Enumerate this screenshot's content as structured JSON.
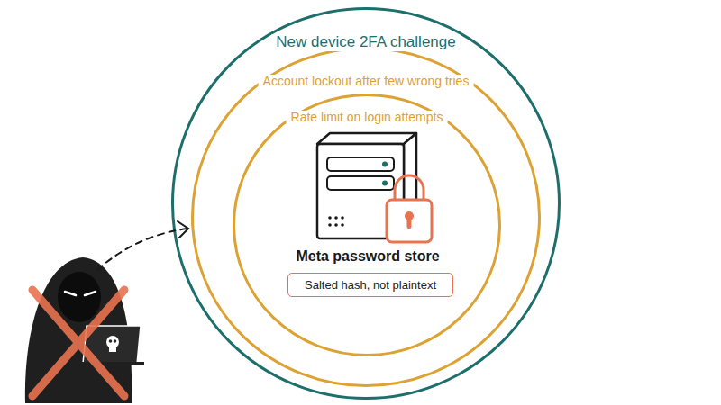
{
  "diagram": {
    "nodes": [
      {
        "text": [
          "New device 2FA challenge"
        ]
      },
      {
        "text": [
          "Account lockout after few wrong tries"
        ],
        "in": 0
      },
      {
        "text": [
          "Rate limit on login attempts"
        ],
        "in": 1
      },
      {
        "text": [
          "Salted hash, not plaintext"
        ],
        "in": 2
      }
    ],
    "labels": [
      "Meta password store"
    ]
  }
}
